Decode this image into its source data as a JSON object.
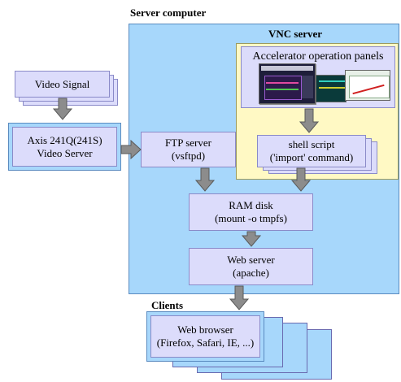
{
  "titles": {
    "server_computer": "Server computer",
    "vnc_server": "VNC server",
    "clients": "Clients"
  },
  "nodes": {
    "video_signal": "Video Signal",
    "axis_line1": "Axis 241Q(241S)",
    "axis_line2": "Video Server",
    "ftp_line1": "FTP server",
    "ftp_line2": "(vsftpd)",
    "accel_panels": "Accelerator operation panels",
    "shell_line1": "shell script",
    "shell_line2": "('import' command)",
    "ram_line1": "RAM disk",
    "ram_line2": "(mount -o tmpfs)",
    "web_line1": "Web server",
    "web_line2": "(apache)",
    "browser_line1": "Web browser",
    "browser_line2": "(Firefox, Safari, IE, ...)"
  },
  "colors": {
    "server_fill": "#a7d7fb",
    "vnc_fill": "#fff9c4",
    "node_fill": "#dcdcfb",
    "arrow_fill": "#8c8c8c"
  }
}
